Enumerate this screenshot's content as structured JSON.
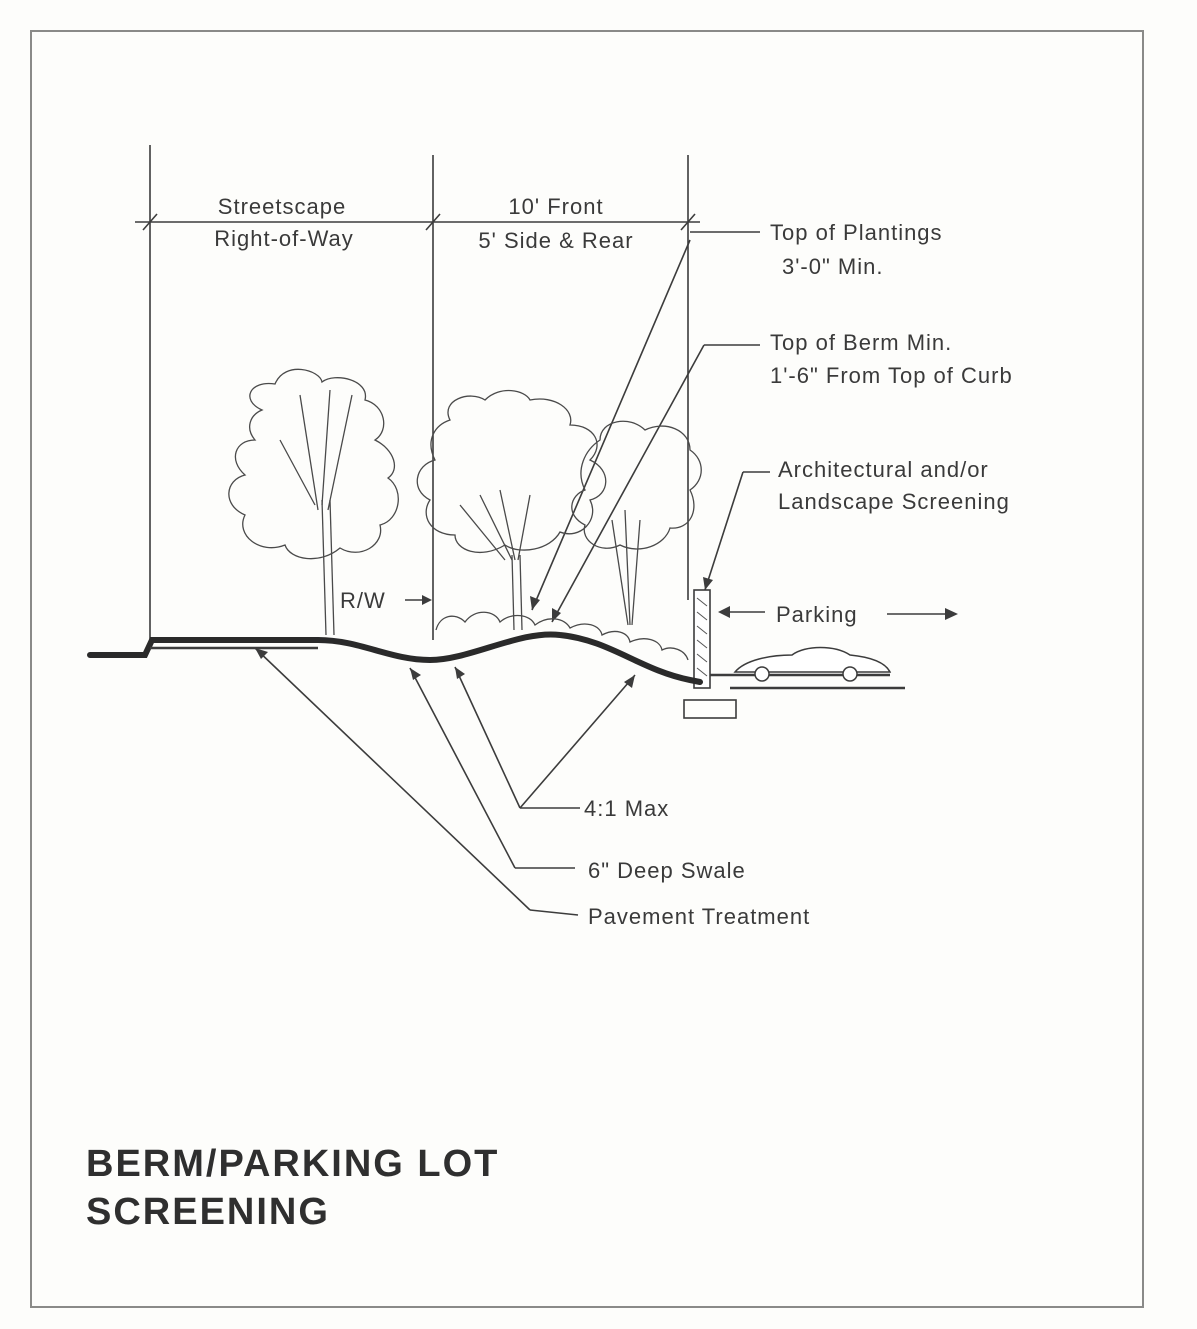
{
  "labels": {
    "streetscape_line1": "Streetscape",
    "streetscape_line2": "Right-of-Way",
    "setback_line1": "10' Front",
    "setback_line2": "5' Side & Rear",
    "plantings_line1": "Top of Plantings",
    "plantings_line2": "3'-0\" Min.",
    "berm_line1": "Top of Berm Min.",
    "berm_line2": "1'-6\" From Top of Curb",
    "screening_line1": "Architectural and/or",
    "screening_line2": "Landscape Screening",
    "parking": "Parking",
    "rw": "R/W",
    "slope": "4:1 Max",
    "swale": "6\" Deep  Swale",
    "pavement": "Pavement Treatment"
  },
  "title": {
    "line1": "BERM/PARKING LOT",
    "line2": "SCREENING"
  }
}
